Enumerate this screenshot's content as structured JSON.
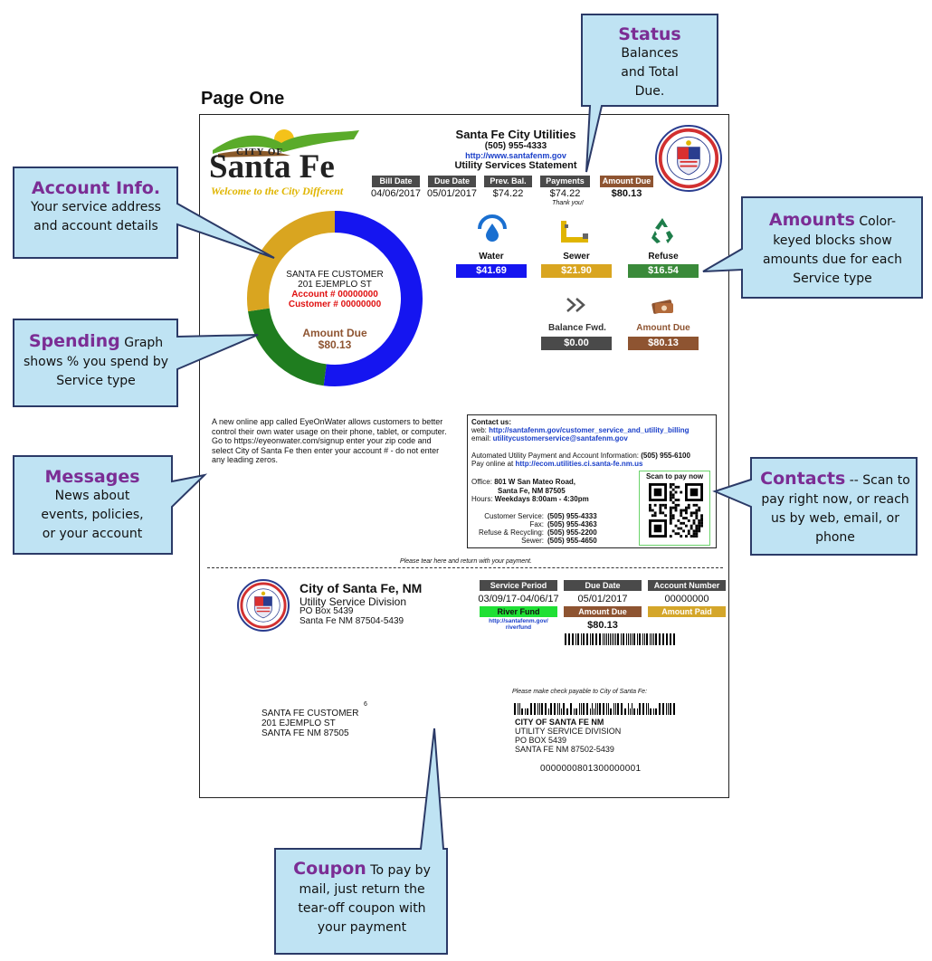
{
  "page_heading": "Page  One",
  "logo": {
    "city_of": "CITY OF",
    "name": "Santa Fe",
    "tagline": "Welcome to the City Different"
  },
  "header": {
    "utility_name": "Santa Fe City Utilities",
    "phone": "(505) 955-4333",
    "website": "http://www.santafenm.gov",
    "statement_title": "Utility Services Statement"
  },
  "summary": {
    "columns": [
      {
        "label": "Bill Date",
        "value": "04/06/2017"
      },
      {
        "label": "Due Date",
        "value": "05/01/2017"
      },
      {
        "label": "Prev. Bal.",
        "value": "$74.22"
      },
      {
        "label": "Payments",
        "value": "$74.22"
      },
      {
        "label": "Amount Due",
        "value": "$80.13"
      }
    ],
    "payments_note": "Thank you!"
  },
  "customer": {
    "name": "SANTA FE CUSTOMER",
    "street": "201 EJEMPLO ST",
    "account": "Account # 00000000",
    "customer_no": "Customer # 00000000",
    "amount_due_label": "Amount Due",
    "amount_due": "$80.13"
  },
  "spending": [
    {
      "service": "Water",
      "amount": 41.69,
      "color": "#1515f0"
    },
    {
      "service": "Refuse",
      "amount": 16.54,
      "color": "#1f7d1f"
    },
    {
      "service": "Sewer",
      "amount": 21.9,
      "color": "#d9a520"
    }
  ],
  "services": {
    "water": {
      "label": "Water",
      "amount": "$41.69",
      "color": "#1515f0"
    },
    "sewer": {
      "label": "Sewer",
      "amount": "$21.90",
      "color": "#d9a520"
    },
    "refuse": {
      "label": "Refuse",
      "amount": "$16.54",
      "color": "#3a8a3a"
    },
    "balance_fwd": {
      "label": "Balance Fwd.",
      "amount": "$0.00",
      "color": "#4a4a4a"
    },
    "amount_due": {
      "label": "Amount Due",
      "amount": "$80.13",
      "color": "#8e5431"
    }
  },
  "message": "A new online app called EyeOnWater allows customers to better control their own water usage on their phone, tablet, or computer. Go to https://eyeonwater.com/signup enter your zip code and select City of Santa Fe then enter your account # - do not enter any leading zeros.",
  "contacts": {
    "heading": "Contact us:",
    "web_label": "web:",
    "web_url": "http://santafenm.gov/customer_service_and_utility_billing",
    "email_label": "email:",
    "email": "utilitycustomerservice@santafenm.gov",
    "auto_pay_label": "Automated Utility Payment and Account Information:",
    "auto_pay_phone": "(505) 955-6100",
    "pay_online_label": "Pay online at",
    "pay_online_url": "http://ecom.utilities.ci.santa-fe.nm.us",
    "office_label": "Office:",
    "office_line1": "801 W San Mateo Road,",
    "office_line2": "Santa Fe, NM  87505",
    "hours_label": "Hours:",
    "hours": "Weekdays 8:00am - 4:30pm",
    "phones": [
      {
        "label": "Customer Service:",
        "number": "(505) 955-4333"
      },
      {
        "label": "Fax:",
        "number": "(505) 955-4363"
      },
      {
        "label": "Refuse & Recycling:",
        "number": "(505) 955-2200"
      },
      {
        "label": "Sewer:",
        "number": "(505) 955-4650"
      }
    ],
    "scan_label": "Scan to pay now"
  },
  "tear_text": "Please tear here and return with your payment.",
  "coupon": {
    "org_name": "City of Santa Fe, NM",
    "division": "Utility Service Division",
    "po_box": "PO Box 5439",
    "city_zip": "Santa Fe NM  87504-5439",
    "service_period_label": "Service Period",
    "service_period": "03/09/17-04/06/17",
    "due_date_label": "Due Date",
    "due_date": "05/01/2017",
    "account_number_label": "Account Number",
    "account_number": "00000000",
    "river_fund_label": "River Fund",
    "river_fund_url_1": "http://santafenm.gov/",
    "river_fund_url_2": "riverfund",
    "amount_due_label": "Amount Due",
    "amount_due": "$80.13",
    "amount_paid_label": "Amount Paid",
    "mail_name": "SANTA FE CUSTOMER",
    "mail_street": "201 EJEMPLO ST",
    "mail_city": "SANTA FE NM 87505",
    "mail_mark": "6",
    "payable_note": "Please make check payable to City of Santa Fe:",
    "remit_1": "CITY OF SANTA FE NM",
    "remit_2": "UTILITY SERVICE DIVISION",
    "remit_3": "PO BOX 5439",
    "remit_4": "SANTA FE NM 87502-5439",
    "scanline": "0000000801300000001"
  },
  "callouts": {
    "status": {
      "title": "Status",
      "body": "Balances and Total Due."
    },
    "account": {
      "title": "Account Info.",
      "body": "Your service address and account details"
    },
    "amounts": {
      "title": "Amounts",
      "body": "Color-keyed blocks show amounts due for each Service type"
    },
    "spending": {
      "title": "Spending",
      "body": "Graph shows % you spend by Service type"
    },
    "messages": {
      "title": "Messages",
      "body": "News about events, policies, or your account"
    },
    "contacts": {
      "title": "Contacts",
      "body": "-- Scan to pay right now, or reach us by web, email, or phone"
    },
    "coupon": {
      "title": "Coupon",
      "body": "To pay by mail, just return the tear-off coupon with your payment"
    }
  }
}
